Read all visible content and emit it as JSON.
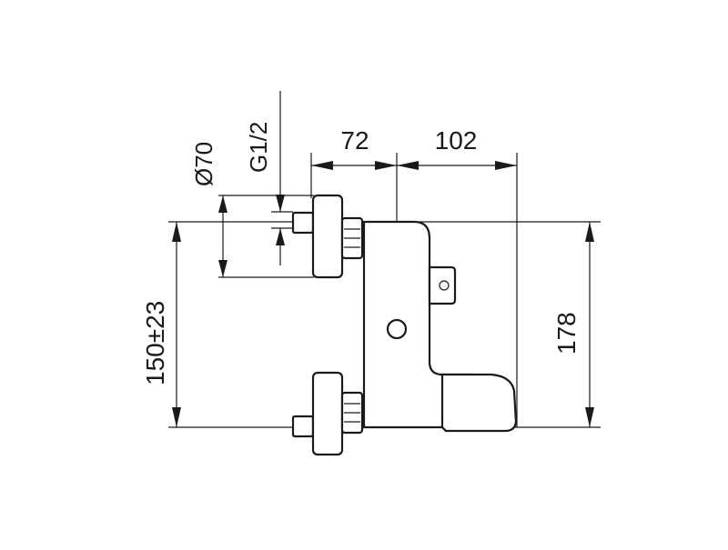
{
  "dimensions": {
    "diameter_label": "Ø70",
    "thread_label": "G1/2",
    "width_left_label": "72",
    "width_right_label": "102",
    "spacing_label": "150±23",
    "height_label": "178"
  },
  "colors": {
    "line": "#1a1a1a",
    "background": "#ffffff"
  }
}
